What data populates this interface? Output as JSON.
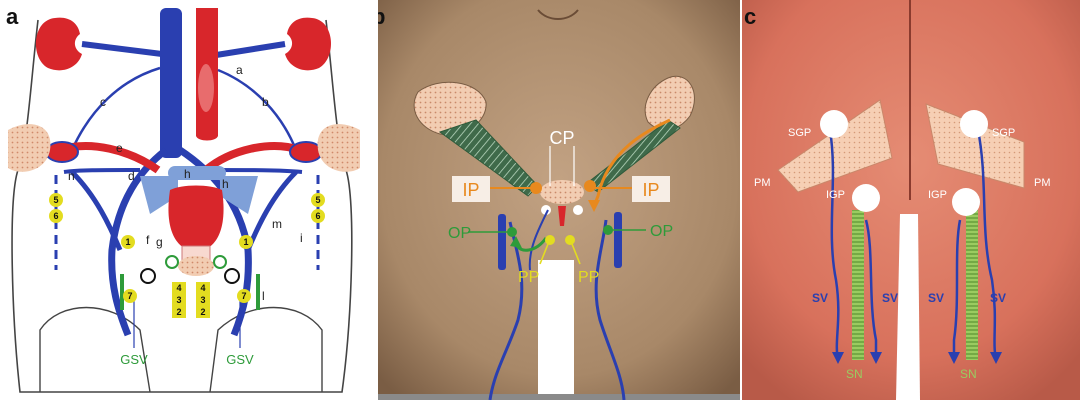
{
  "panels": [
    {
      "letter": "a"
    },
    {
      "letter": "b"
    },
    {
      "letter": "c"
    }
  ],
  "panel_a": {
    "vein_labels": [
      "a",
      "b",
      "c",
      "d",
      "e",
      "f",
      "g",
      "h",
      "h",
      "i",
      "l",
      "m",
      "n"
    ],
    "point_numbers": [
      "5",
      "6",
      "1",
      "7",
      "4",
      "3",
      "2",
      "5",
      "6",
      "1",
      "7",
      "4",
      "3",
      "2"
    ],
    "gsv_left": "GSV",
    "gsv_right": "GSV"
  },
  "panel_b": {
    "cp": "CP",
    "ip_left": "IP",
    "ip_right": "IP",
    "op_left": "OP",
    "op_right": "OP",
    "pp_left": "PP",
    "pp_right": "PP"
  },
  "panel_c": {
    "sgp_left": "SGP",
    "sgp_right": "SGP",
    "pm_left": "PM",
    "pm_right": "PM",
    "igp_left": "IGP",
    "igp_right": "IGP",
    "sv": [
      "SV",
      "SV",
      "SV",
      "SV"
    ],
    "sn_left": "SN",
    "sn_right": "SN"
  },
  "colors": {
    "vein_blue": "#2a3fb0",
    "artery_red": "#d8262b",
    "green": "#2e9b3a",
    "orange": "#e8891e",
    "yellow": "#e3dc20",
    "skin_b": "#a88868",
    "skin_c": "#d8715c"
  }
}
